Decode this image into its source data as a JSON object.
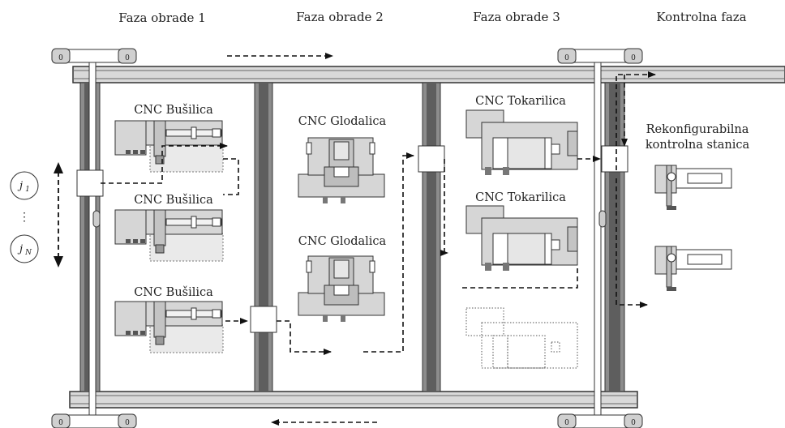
{
  "phases": {
    "p1": "Faza obrade 1",
    "p2": "Faza obrade 2",
    "p3": "Faza obrade 3",
    "control": "Kontrolna faza"
  },
  "machines": {
    "drill": "CNC Bušilica",
    "mill": "CNC Glodalica",
    "lathe": "CNC Tokarilica"
  },
  "station": {
    "line1": "Rekonfigurabilna",
    "line2": "kontrolna stanica"
  },
  "jobs": {
    "symbol": "j",
    "first_sub": "1",
    "last_sub": "N",
    "ellipsis": "⋮"
  },
  "wheel_mark": "0"
}
